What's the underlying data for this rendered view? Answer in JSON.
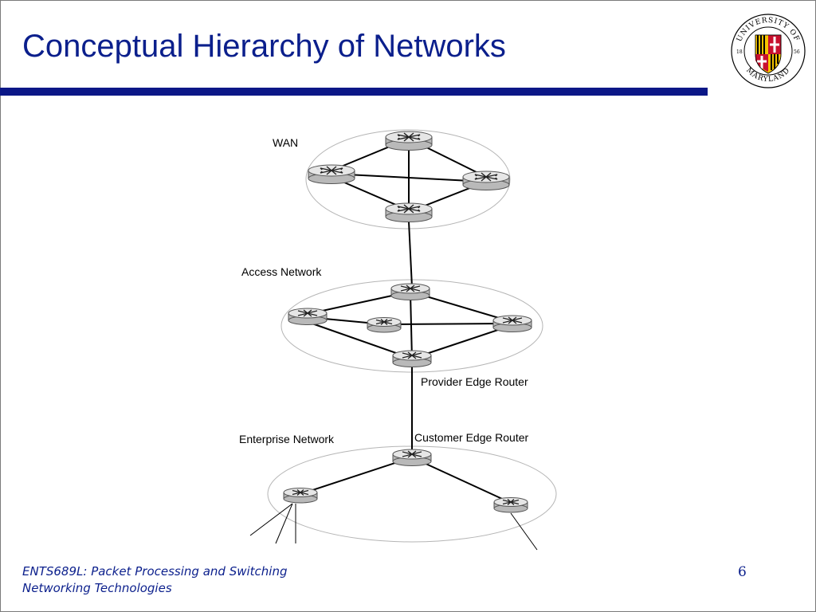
{
  "slide": {
    "title": "Conceptual Hierarchy of Networks",
    "page_number": "6"
  },
  "logo": {
    "top_text": "UNIVERSITY OF",
    "bottom_text": "MARYLAND",
    "year_left": "18",
    "year_right": "56",
    "colors": {
      "ring": "#ffffff",
      "outline": "#000000",
      "red": "#c8102e",
      "gold": "#f5c400",
      "black": "#000000",
      "white": "#ffffff"
    }
  },
  "diagram": {
    "labels": {
      "wan": "WAN",
      "access_network": "Access Network",
      "provider_edge_router": "Provider Edge Router",
      "enterprise_network": "Enterprise Network",
      "customer_edge_router": "Customer Edge Router"
    },
    "icons": {
      "router": "router-icon",
      "cloud": "network-cloud-outline"
    }
  },
  "footer": {
    "course_line1": "ENTS689L: Packet Processing and Switching",
    "course_line2": "Networking Technologies"
  },
  "colors": {
    "title": "#0b1f8c",
    "rule": "#0b1787",
    "router_top": "#e6e6e6",
    "router_side": "#b9b9b9",
    "ellipse": "#b5b5b5"
  }
}
